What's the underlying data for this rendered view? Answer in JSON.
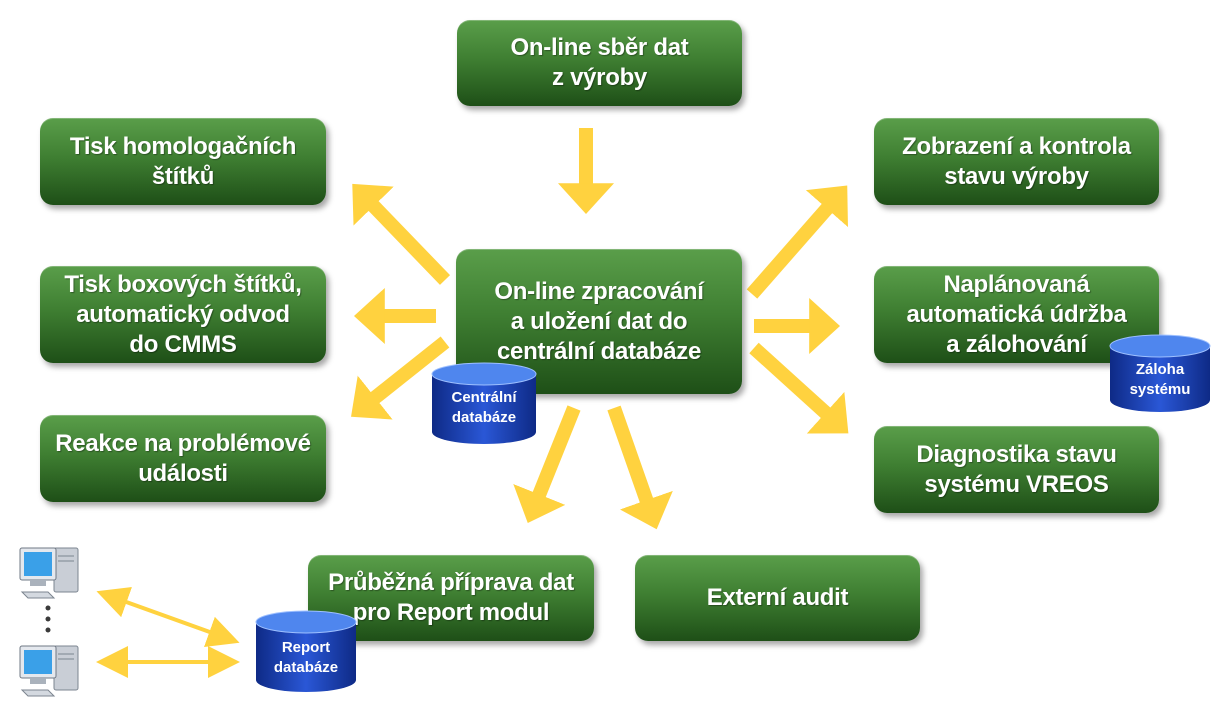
{
  "boxes": {
    "sber_dat": "On-line sběr dat\nz výroby",
    "zpracovani": "On-line zpracování\na uložení dat do\ncentrální databáze",
    "tisk_homolog": "Tisk homologačních\nštítků",
    "tisk_box": "Tisk boxových štítků,\nautomatický odvod\ndo CMMS",
    "reakce": "Reakce na problémové\nudálosti",
    "zobrazeni": "Zobrazení a kontrola\nstavu výroby",
    "udrzba": "Naplánovaná\nautomatická údržba\na zálohování",
    "diagnostika": "Diagnostika stavu\nsystému VREOS",
    "report_prep": "Průběžná příprava dat\npro Report modul",
    "audit": "Externí audit"
  },
  "databases": {
    "centralni": "Centrální\ndatabáze",
    "zaloha": "Záloha\nsystému",
    "report": "Report\ndatabáze"
  },
  "icons": [
    "computer-icon",
    "computer-icon"
  ],
  "colors": {
    "box_green": "#3f7f32",
    "arrow_yellow": "#ffd23f",
    "db_blue": "#1a3fb0"
  }
}
